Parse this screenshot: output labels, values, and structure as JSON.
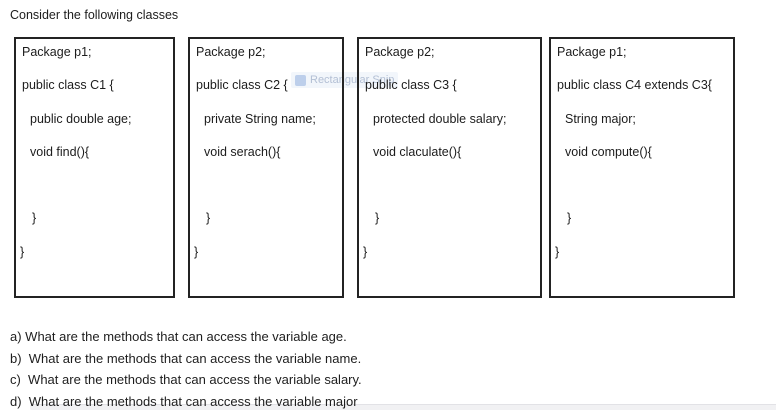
{
  "header": {
    "title": "Consider the following classes"
  },
  "watermark": {
    "label": "Rectangular Snip"
  },
  "boxes": [
    {
      "name": "class-box-c1",
      "lines": [
        "Package p1;",
        "public class C1 {",
        "public double age;",
        "void find(){",
        "",
        "}",
        "}"
      ]
    },
    {
      "name": "class-box-c2",
      "lines": [
        "Package p2;",
        "public class C2 {",
        "private String name;",
        "void serach(){",
        "",
        "}",
        "}"
      ]
    },
    {
      "name": "class-box-c3",
      "lines": [
        "Package p2;",
        "public class C3 {",
        "protected double salary;",
        "void claculate(){",
        "",
        "}",
        "}"
      ]
    },
    {
      "name": "class-box-c4",
      "lines": [
        "Package p1;",
        "public class C4 extends C3{",
        "String major;",
        "void compute(){",
        "",
        "}",
        "}"
      ]
    }
  ],
  "questions": [
    "a) What are the methods that can access the variable age.",
    "b)  What are the methods that can access the variable name.",
    "c)  What are the methods that can access the variable salary.",
    "d)  What are the methods that can access the variable major"
  ],
  "colors": {
    "text": "#1c1c1c",
    "box_border": "#232323",
    "watermark_text": "#a3b1cb",
    "scrollbar_track": "#f1f1f3",
    "background": "#ffffff"
  }
}
